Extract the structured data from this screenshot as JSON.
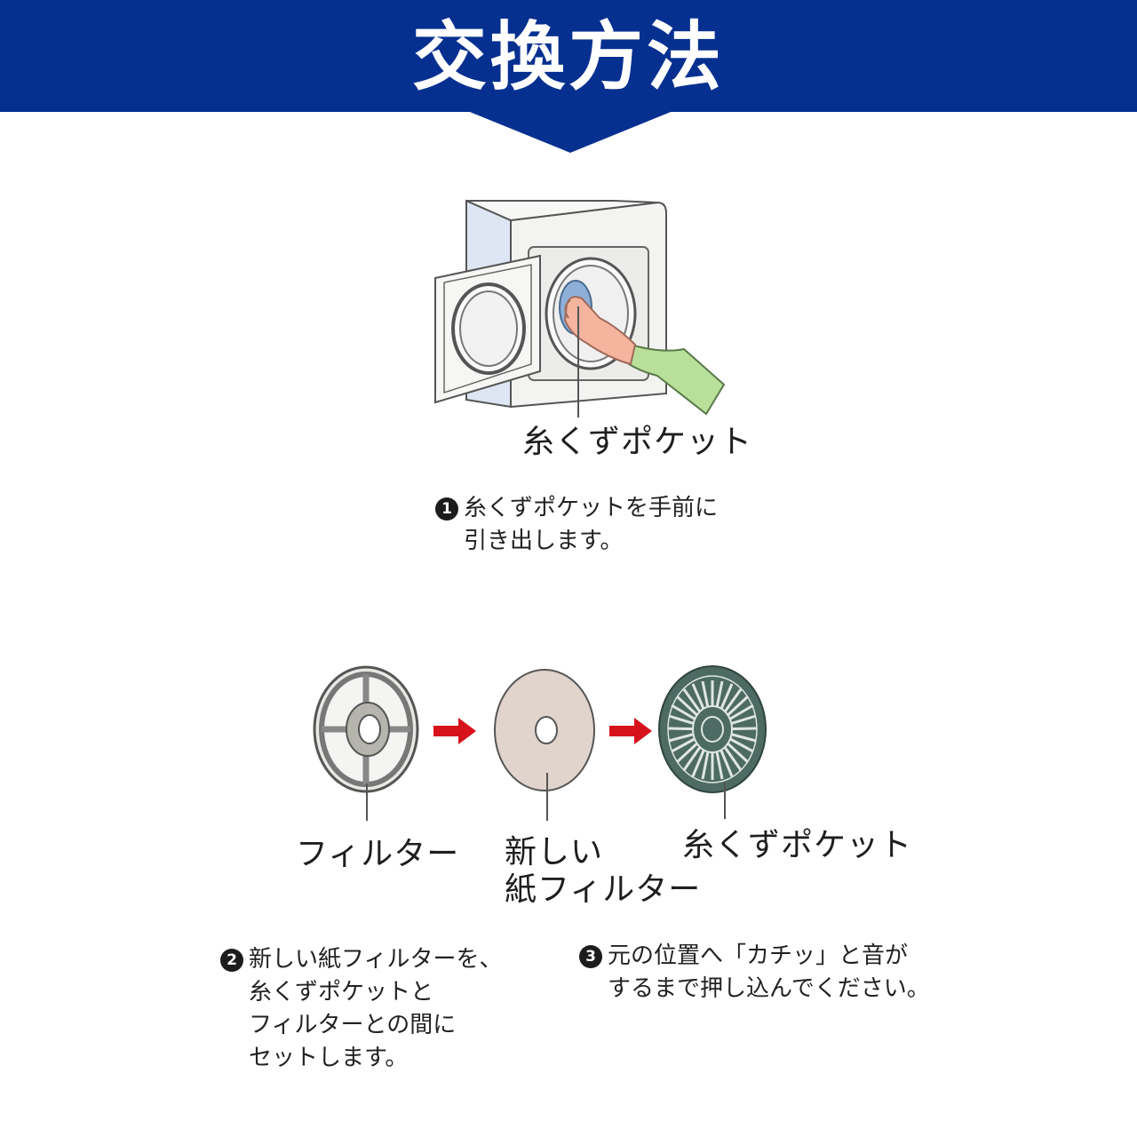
{
  "header": {
    "title": "交換方法"
  },
  "diagram1": {
    "callout": "糸くずポケット"
  },
  "steps": [
    {
      "number": "1",
      "lines": [
        "糸くずポケットを手前に",
        "引き出します。"
      ]
    },
    {
      "number": "2",
      "lines": [
        "新しい紙フィルターを、",
        "糸くずポケットと",
        "フィルターとの間に",
        "セットします。"
      ]
    },
    {
      "number": "3",
      "lines": [
        "元の位置へ「カチッ」と音が",
        "するまで押し込んでください。"
      ]
    }
  ],
  "diagram2": {
    "labels": {
      "filter": "フィルター",
      "new_paper_filter_line1": "新しい",
      "new_paper_filter_line2": "紙フィルター",
      "lint_pocket": "糸くずポケット"
    }
  },
  "colors": {
    "banner": "#063090",
    "arrow": "#d6121b",
    "arm": "#b8e09a",
    "hand": "#f4b49e",
    "pocket": "#4d6b62",
    "paper": "#e0d4cc"
  }
}
